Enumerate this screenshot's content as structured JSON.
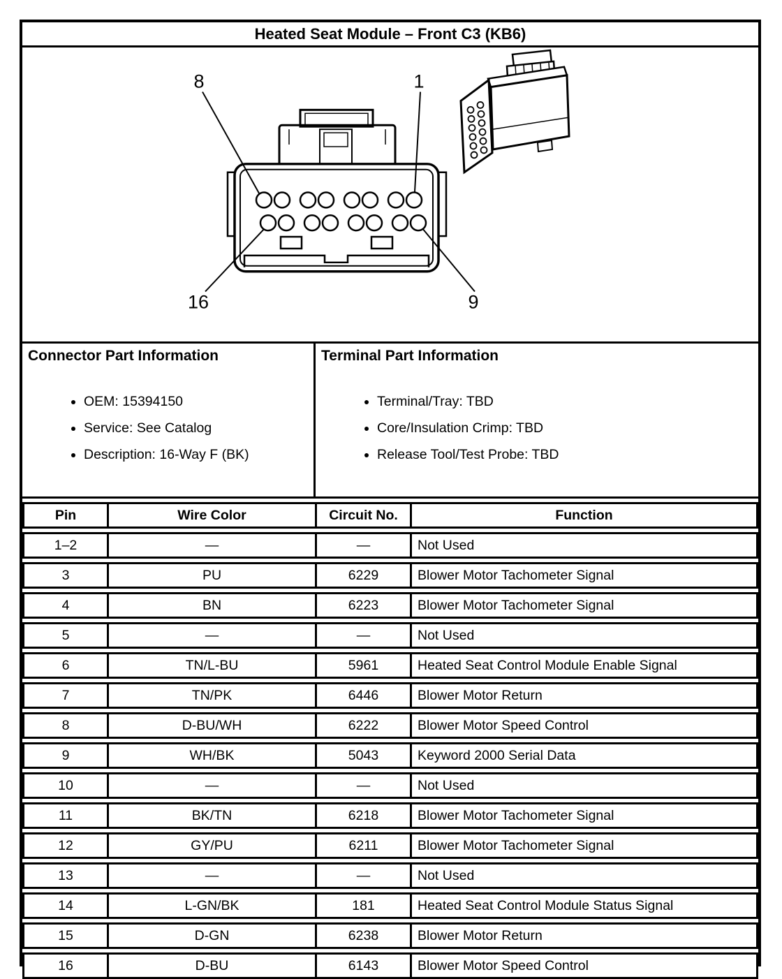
{
  "title": "Heated Seat Module – Front C3 (KB6)",
  "diagram": {
    "callouts": {
      "pin8": "8",
      "pin1": "1",
      "pin16": "16",
      "pin9": "9"
    }
  },
  "connector_info": {
    "heading": "Connector Part Information",
    "items": [
      "OEM: 15394150",
      "Service: See Catalog",
      "Description: 16-Way F (BK)"
    ]
  },
  "terminal_info": {
    "heading": "Terminal Part Information",
    "items": [
      "Terminal/Tray: TBD",
      "Core/Insulation Crimp: TBD",
      "Release Tool/Test Probe: TBD"
    ]
  },
  "table": {
    "headers": [
      "Pin",
      "Wire Color",
      "Circuit No.",
      "Function"
    ],
    "rows": [
      [
        "1–2",
        "—",
        "—",
        "Not Used"
      ],
      [
        "3",
        "PU",
        "6229",
        "Blower Motor Tachometer Signal"
      ],
      [
        "4",
        "BN",
        "6223",
        "Blower Motor Tachometer Signal"
      ],
      [
        "5",
        "—",
        "—",
        "Not Used"
      ],
      [
        "6",
        "TN/L-BU",
        "5961",
        "Heated Seat Control Module Enable Signal"
      ],
      [
        "7",
        "TN/PK",
        "6446",
        "Blower Motor Return"
      ],
      [
        "8",
        "D-BU/WH",
        "6222",
        "Blower Motor Speed Control"
      ],
      [
        "9",
        "WH/BK",
        "5043",
        "Keyword 2000 Serial Data"
      ],
      [
        "10",
        "—",
        "—",
        "Not Used"
      ],
      [
        "11",
        "BK/TN",
        "6218",
        "Blower Motor Tachometer Signal"
      ],
      [
        "12",
        "GY/PU",
        "6211",
        "Blower Motor Tachometer Signal"
      ],
      [
        "13",
        "—",
        "—",
        "Not Used"
      ],
      [
        "14",
        "L-GN/BK",
        "181",
        "Heated Seat Control Module Status Signal"
      ],
      [
        "15",
        "D-GN",
        "6238",
        "Blower Motor Return"
      ],
      [
        "16",
        "D-BU",
        "6143",
        "Blower Motor Speed Control"
      ]
    ]
  }
}
